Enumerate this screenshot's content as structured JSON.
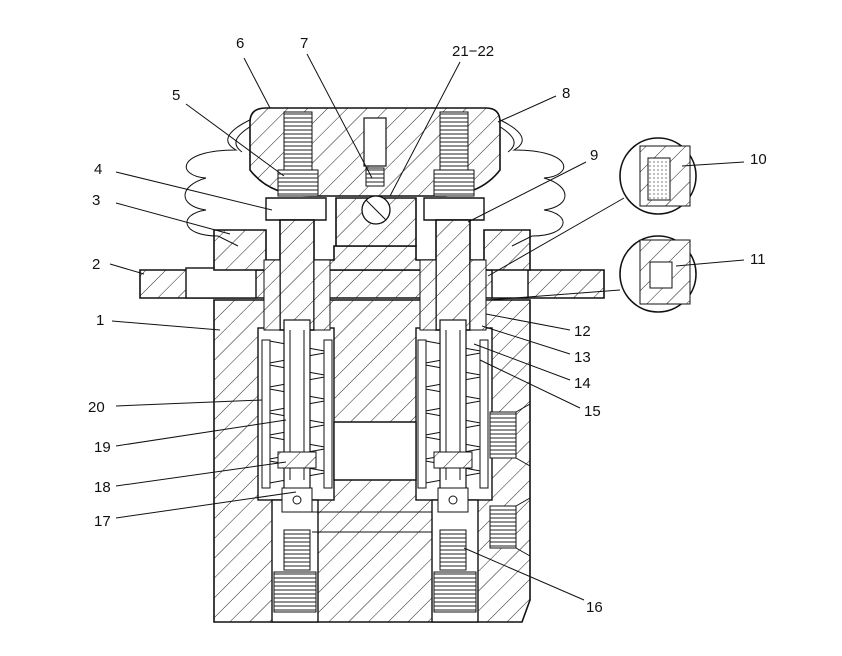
{
  "figure": {
    "callouts": {
      "c1": "1",
      "c2": "2",
      "c3": "3",
      "c4": "4",
      "c5": "5",
      "c6": "6",
      "c7": "7",
      "c8": "8",
      "c9": "9",
      "c10": "10",
      "c11": "11",
      "c12": "12",
      "c13": "13",
      "c14": "14",
      "c15": "15",
      "c16": "16",
      "c17": "17",
      "c18": "18",
      "c19": "19",
      "c20": "20",
      "c21": "21−22"
    }
  }
}
